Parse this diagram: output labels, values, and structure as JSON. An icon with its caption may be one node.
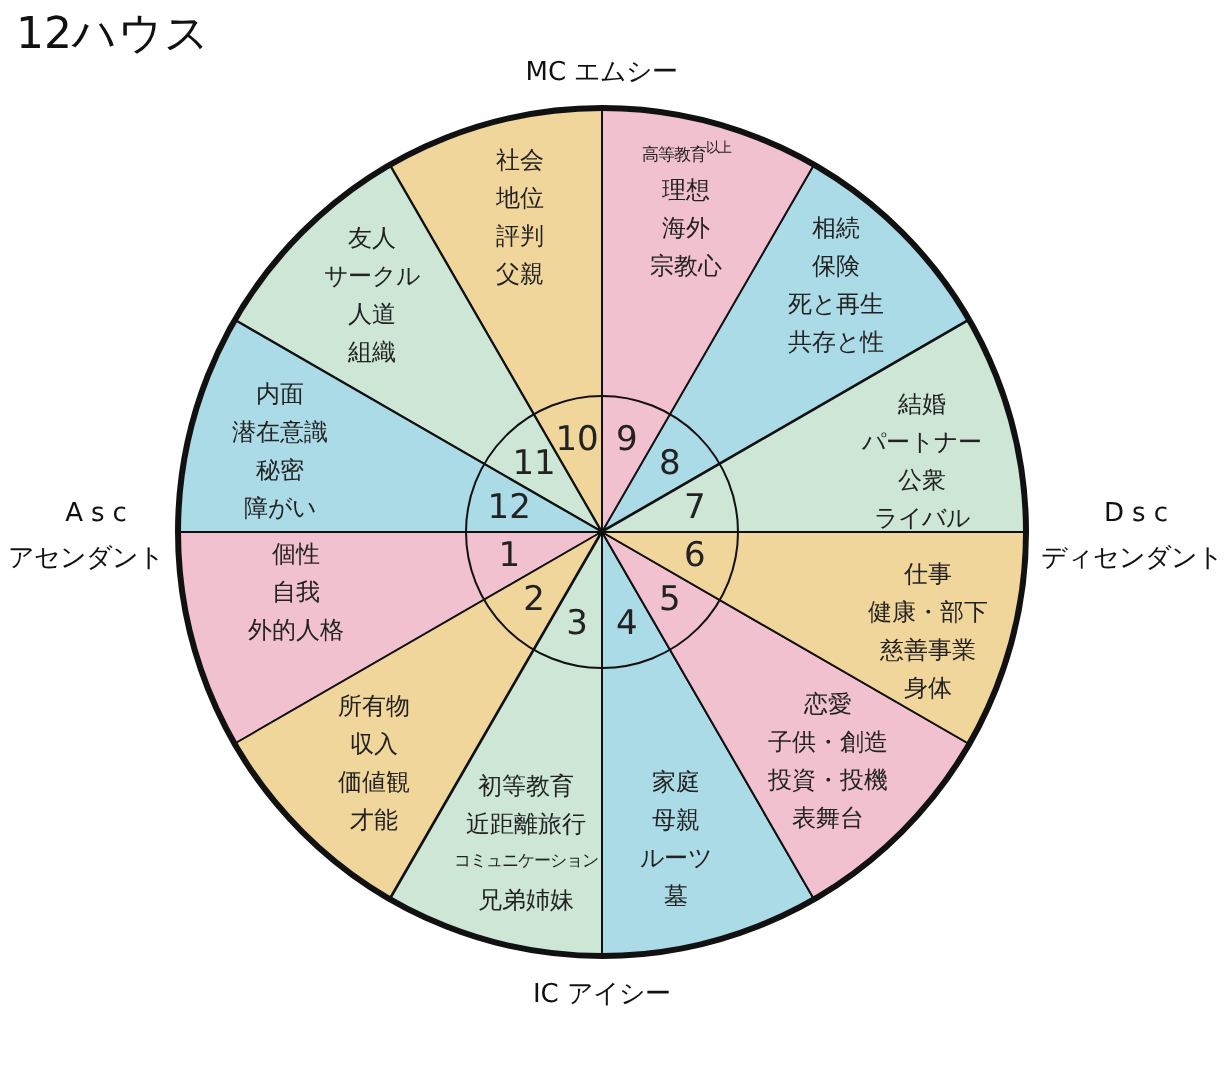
{
  "diagram": {
    "title": "12ハウス",
    "nodes": [
      {
        "text": [
          "1",
          "個性",
          "自我",
          "外的人格"
        ]
      },
      {
        "text": [
          "2",
          "所有物",
          "収入",
          "価値観",
          "才能"
        ]
      },
      {
        "text": [
          "3",
          "初等教育",
          "近距離旅行",
          "コミュニケーション",
          "兄弟姉妹"
        ]
      },
      {
        "text": [
          "4",
          "家庭",
          "母親",
          "ルーツ",
          "墓"
        ]
      },
      {
        "text": [
          "5",
          "恋愛",
          "子供・創造",
          "投資・投機",
          "表舞台"
        ]
      },
      {
        "text": [
          "6",
          "仕事",
          "健康・部下",
          "慈善事業",
          "身体"
        ]
      },
      {
        "text": [
          "7",
          "結婚",
          "パートナー",
          "公衆",
          "ライバル"
        ]
      },
      {
        "text": [
          "8",
          "相続",
          "保険",
          "死と再生",
          "共存と性"
        ]
      },
      {
        "text": [
          "9",
          "高等教育$^{以上}$",
          "理想",
          "海外",
          "宗教心"
        ]
      },
      {
        "text": [
          "10",
          "社会",
          "地位",
          "評判",
          "父親"
        ]
      },
      {
        "text": [
          "11",
          "友人",
          "サークル",
          "人道",
          "組織"
        ]
      },
      {
        "text": [
          "12",
          "内面",
          "潜在意識",
          "秘密",
          "障がい"
        ]
      }
    ],
    "labels": [
      "MC エムシー",
      "Asc",
      "アセンダント",
      "Dsc",
      "ディセンダント",
      "IC アイシー"
    ]
  }
}
